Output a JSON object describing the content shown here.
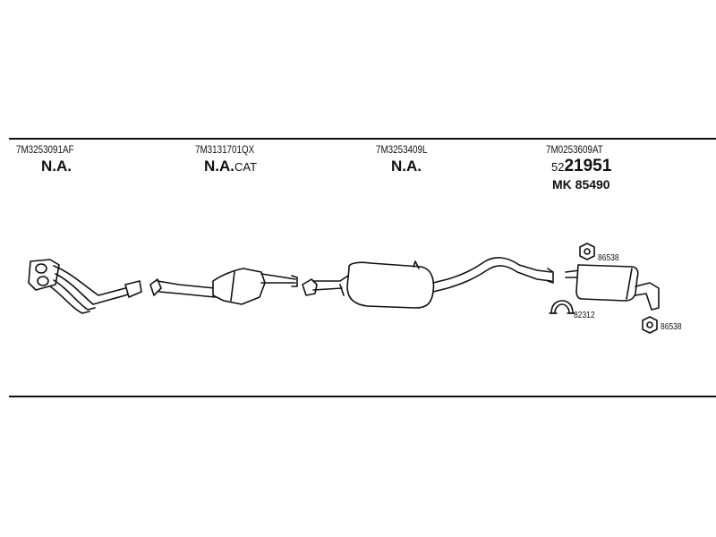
{
  "groups": [
    {
      "code": "7M3253091AF",
      "status": "N.A.",
      "status_suffix": ""
    },
    {
      "code": "7M3131701QX",
      "status": "N.A.",
      "status_suffix": "CAT"
    },
    {
      "code": "7M3253409L",
      "status": "N.A.",
      "status_suffix": ""
    },
    {
      "code": "7M0253609AT",
      "alt_prefix": "52",
      "alt_number": "21951",
      "mk": "MK  85490"
    }
  ],
  "part_labels": {
    "clamp_top": "86538",
    "clamp_mid": "82312",
    "clamp_bottom": "86538"
  }
}
